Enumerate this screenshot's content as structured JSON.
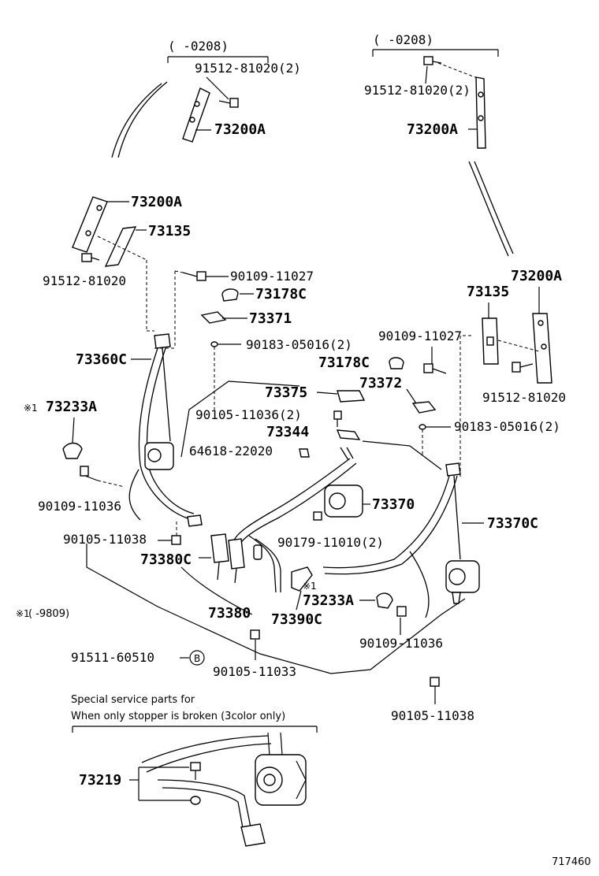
{
  "date_ranges": {
    "top_left": "(     -0208)",
    "top_right": "(     -0208)",
    "note_range": "(     -9809)"
  },
  "parts": {
    "p91512_81020_2_left": "91512-81020(2)",
    "p91512_81020_2_right": "91512-81020(2)",
    "p73200A_top_left": "73200A",
    "p73200A_top_right": "73200A",
    "p73200A_mid_left": "73200A",
    "p73200A_mid_right": "73200A",
    "p73135_left": "73135",
    "p73135_right": "73135",
    "p91512_81020_left": "91512-81020",
    "p91512_81020_right": "91512-81020",
    "p90109_11027_left": "90109-11027",
    "p90109_11027_right": "90109-11027",
    "p73178C_left": "73178C",
    "p73178C_right": "73178C",
    "p73371": "73371",
    "p90183_05016_left": "90183-05016(2)",
    "p90183_05016_right": "90183-05016(2)",
    "p73360C": "73360C",
    "p73375": "73375",
    "p73372": "73372",
    "p90105_11036": "90105-11036(2)",
    "p73344": "73344",
    "p73233A_left": "73233A",
    "p73233A_right": "73233A",
    "p64618_22020": "64618-22020",
    "p73370": "73370",
    "p73370C": "73370C",
    "p90109_11036_left": "90109-11036",
    "p90109_11036_right": "90109-11036",
    "p90179_11010": "90179-11010(2)",
    "p90105_11038_left": "90105-11038",
    "p90105_11038_right": "90105-11038",
    "p73380C": "73380C",
    "p73380": "73380",
    "p73390C": "73390C",
    "p91511_60510": "91511-60510",
    "p90105_11033": "90105-11033",
    "p73219": "73219"
  },
  "marks": {
    "note_mark_1": "※1",
    "note_mark_2": "※1",
    "note_mark_3": "※1",
    "ref_b": "B"
  },
  "notes": {
    "service_line1": "Special service parts for",
    "service_line2": "When only stopper is broken (3color only)"
  },
  "figure_number": "717460"
}
